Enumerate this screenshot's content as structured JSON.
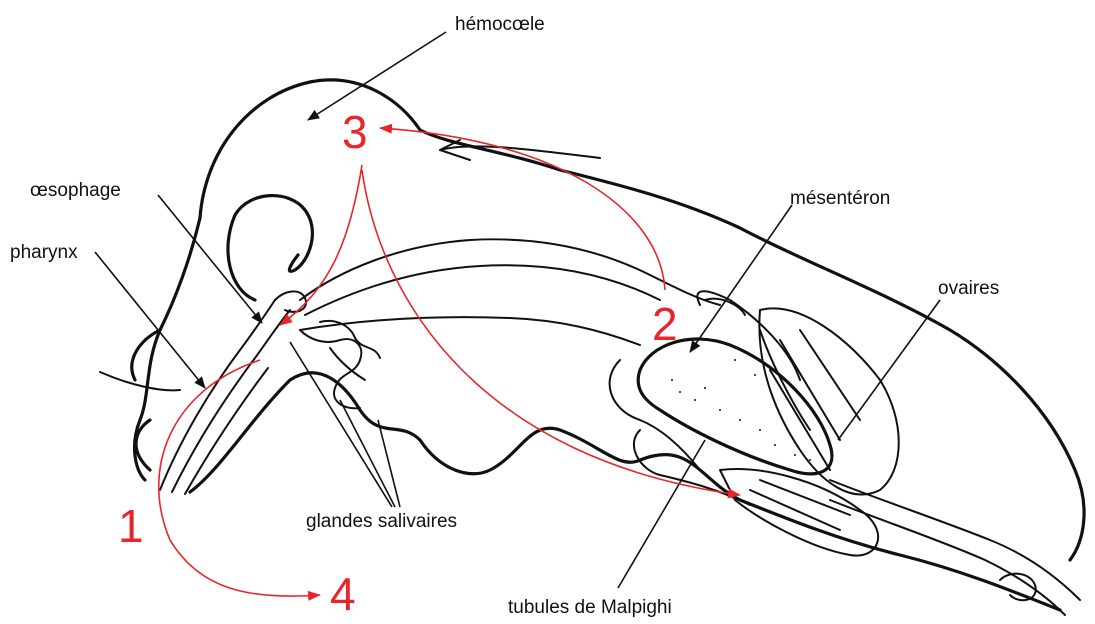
{
  "labels": {
    "hemocoele": "hémocœle",
    "oesophage": "œsophage",
    "pharynx": "pharynx",
    "mesenteron": "mésentéron",
    "ovaires": "ovaires",
    "glandes_salivaires": "glandes salivaires",
    "tubules_malpighi": "tubules de Malpighi"
  },
  "steps": [
    "1",
    "2",
    "3",
    "4"
  ],
  "colors": {
    "outline": "#111111",
    "flow_arrow": "#e8262a"
  }
}
